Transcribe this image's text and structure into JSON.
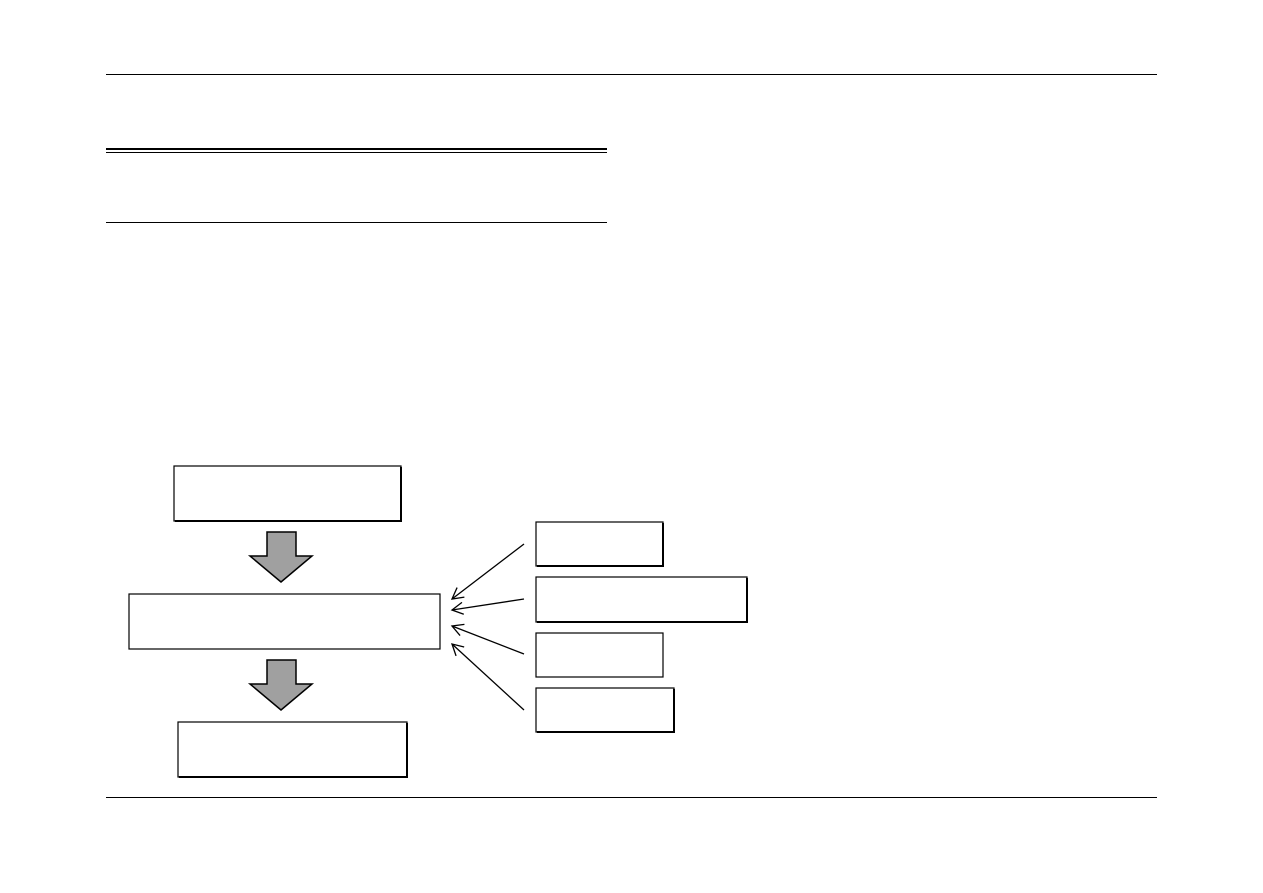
{
  "colors": {
    "line": "#000000",
    "box_fill": "#ffffff",
    "arrow_fill": "#a0a0a0"
  },
  "diagram": {
    "flow_nodes": [
      {
        "id": "top",
        "label": ""
      },
      {
        "id": "middle",
        "label": ""
      },
      {
        "id": "bottom",
        "label": ""
      }
    ],
    "side_nodes": [
      {
        "id": "side-1",
        "label": ""
      },
      {
        "id": "side-2",
        "label": ""
      },
      {
        "id": "side-3",
        "label": ""
      },
      {
        "id": "side-4",
        "label": ""
      }
    ],
    "edges": [
      {
        "from": "top",
        "to": "middle",
        "style": "block-arrow"
      },
      {
        "from": "middle",
        "to": "bottom",
        "style": "block-arrow"
      },
      {
        "from": "side-1",
        "to": "middle",
        "style": "line-arrow"
      },
      {
        "from": "side-2",
        "to": "middle",
        "style": "line-arrow"
      },
      {
        "from": "side-3",
        "to": "middle",
        "style": "line-arrow"
      },
      {
        "from": "side-4",
        "to": "middle",
        "style": "line-arrow"
      }
    ]
  }
}
